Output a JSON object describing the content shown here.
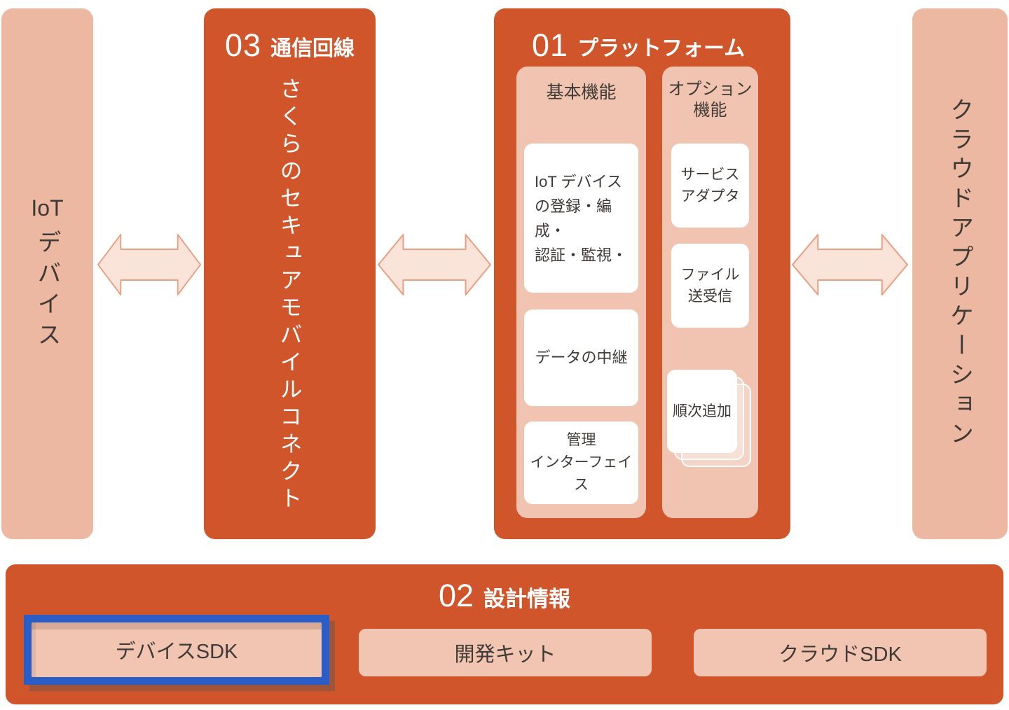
{
  "palette": {
    "dark_orange": "#d1552b",
    "salmon": "#ecb8a1",
    "column_bg": "#f0c4b0",
    "box_white": "#ffffff",
    "arrow_fill": "#fae3d8",
    "arrow_stroke": "#e9a082",
    "button_bg": "#f2c5b3",
    "highlight_blue": "#2b5dc7",
    "text_dark": "#3f3a36",
    "text_white": "#ffffff"
  },
  "iot_device": {
    "prefix": "IoT",
    "label": "デバイス"
  },
  "communication_line": {
    "number": "03",
    "title": "通信回線",
    "body": "さくらのセキュアモバイルコネクト"
  },
  "platform": {
    "number": "01",
    "title": "プラットフォーム",
    "basic": {
      "header": "基本機能",
      "items": [
        "IoT デバイス\nの登録・編成・\n認証・監視・",
        "データの中継",
        "管理\nインターフェイス"
      ]
    },
    "optional": {
      "header": "オプション\n機能",
      "items": [
        "サービス\nアダプタ",
        "ファイル\n送受信",
        "順次追加"
      ]
    }
  },
  "cloud_application": {
    "label": "クラウドアプリケーション"
  },
  "design_info": {
    "number": "02",
    "title": "設計情報",
    "buttons": [
      "デバイスSDK",
      "開発キット",
      "クラウドSDK"
    ]
  }
}
